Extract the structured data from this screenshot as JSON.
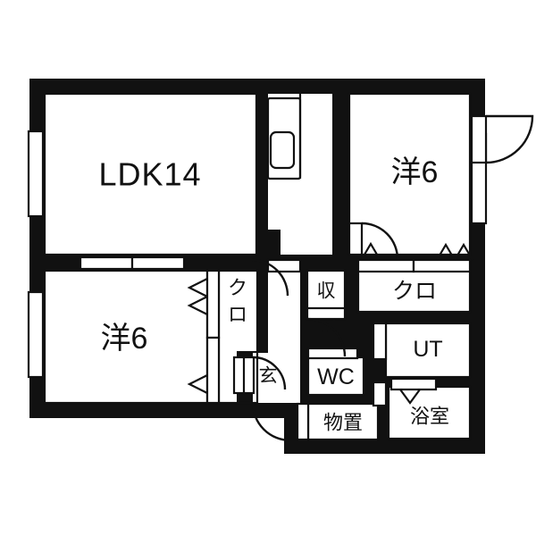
{
  "document": {
    "type": "apartment-floor-plan",
    "title": "2LDK Floor Plan",
    "background_color": "#ffffff",
    "wall_color": "#111111",
    "line_color": "#111111"
  },
  "rooms": {
    "ldk": {
      "label": "LDK14",
      "name": "living-dining-kitchen"
    },
    "western_room_top": {
      "label": "洋6",
      "name": "western-style-room-upper"
    },
    "western_room_bottom": {
      "label": "洋6",
      "name": "western-style-room-lower"
    },
    "closet_center": {
      "label": "クロ",
      "name": "closet-center"
    },
    "closet_right": {
      "label": "クロ",
      "name": "closet-right"
    },
    "storage_small": {
      "label": "収",
      "name": "storage-shelf"
    },
    "utility": {
      "label": "UT",
      "name": "utility-room"
    },
    "toilet": {
      "label": "WC",
      "name": "water-closet"
    },
    "bathroom": {
      "label": "浴室",
      "name": "bathroom"
    },
    "store_room": {
      "label": "物置",
      "name": "store-room"
    },
    "entrance": {
      "label": "玄",
      "name": "entrance-genkan"
    }
  },
  "fixtures": {
    "kitchen_sink": "sink",
    "kitchen_counter": "counter"
  },
  "features": {
    "windows": 5,
    "sliding_doors": 6,
    "swing_doors": 6,
    "entry_door": 1
  }
}
